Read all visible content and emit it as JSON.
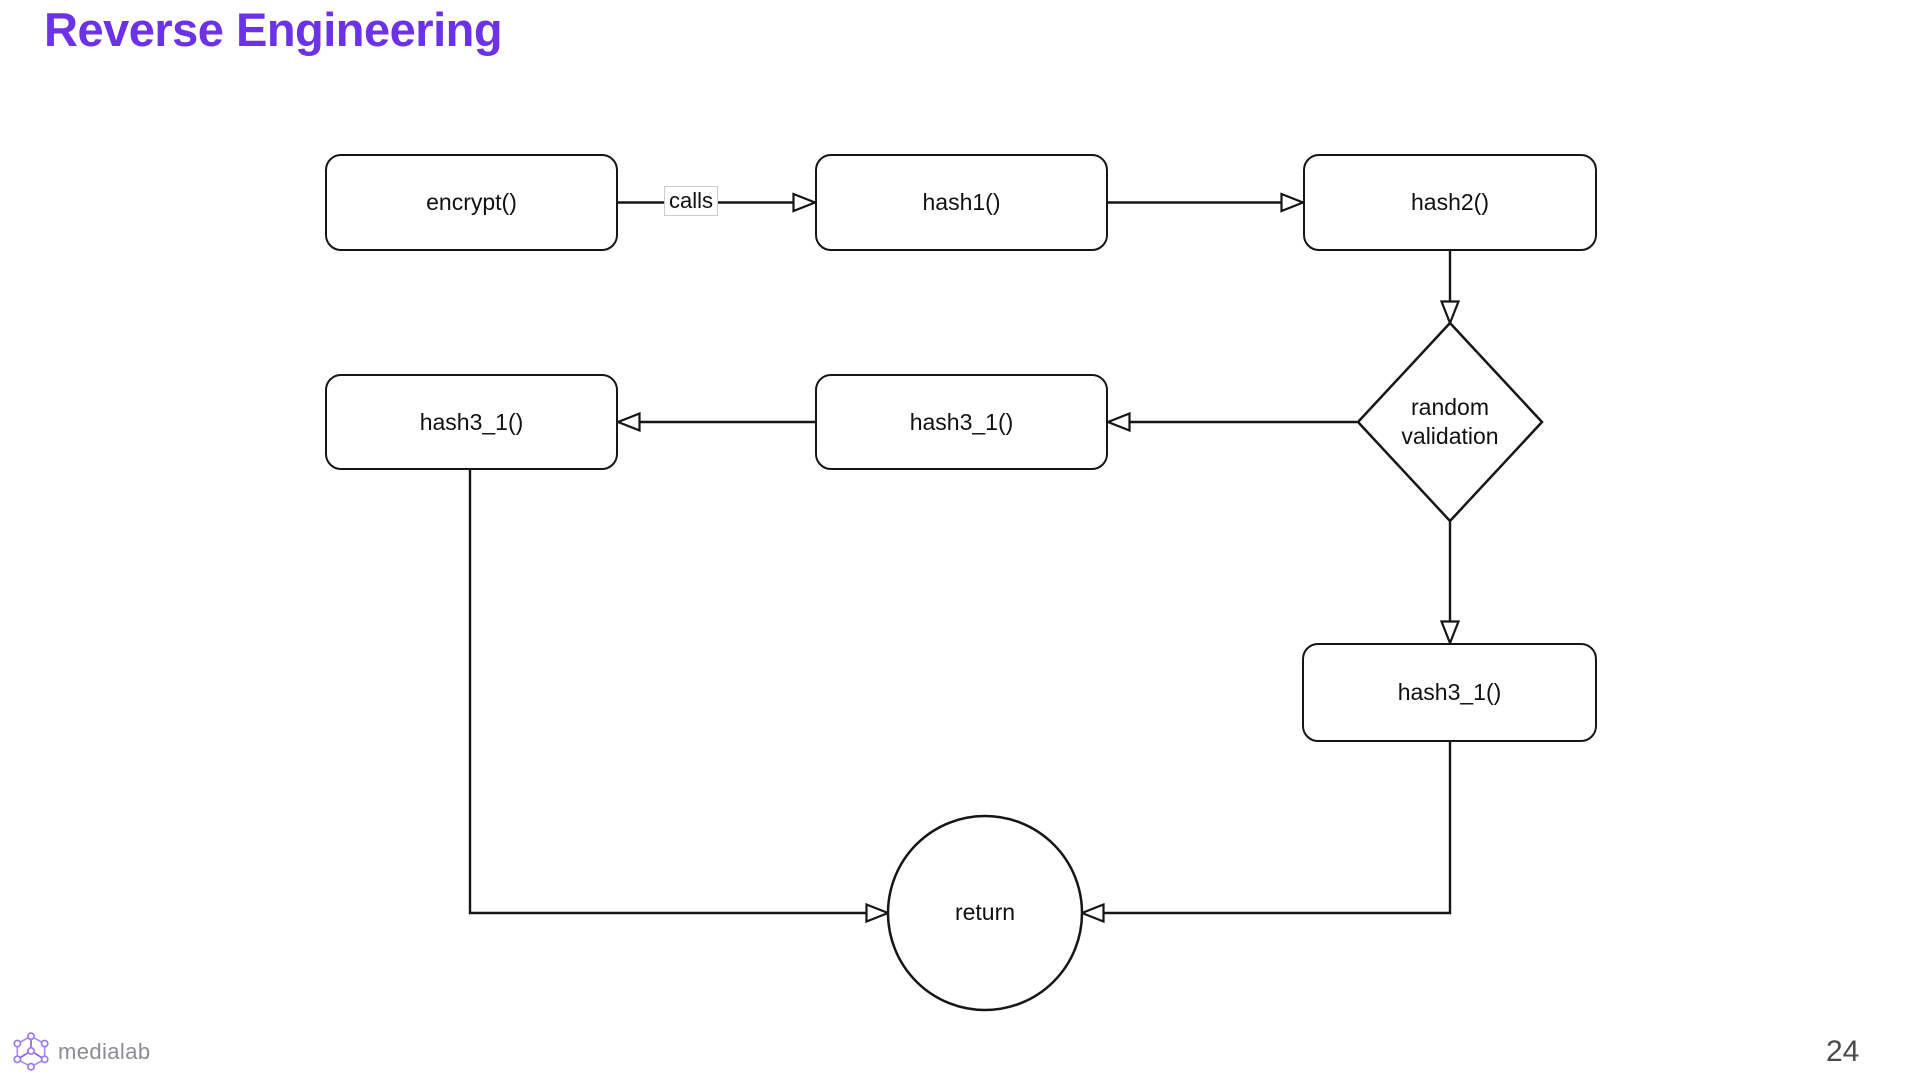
{
  "title": {
    "text": "Reverse Engineering",
    "color": "#6B32E8"
  },
  "diagram": {
    "nodes": {
      "encrypt": {
        "label": "encrypt()"
      },
      "hash1": {
        "label": "hash1()"
      },
      "hash2": {
        "label": "hash2()"
      },
      "hash3_left": {
        "label": "hash3_1()"
      },
      "hash3_mid": {
        "label": "hash3_1()"
      },
      "hash3_bottom": {
        "label": "hash3_1()"
      },
      "validation": {
        "label": "random\nvalidation"
      },
      "return_node": {
        "label": "return"
      }
    },
    "edges": {
      "calls_label": "calls"
    },
    "line_color": "#161616",
    "node_fill": "#ffffff"
  },
  "footer": {
    "brand": "medialab",
    "page_number": "24"
  }
}
